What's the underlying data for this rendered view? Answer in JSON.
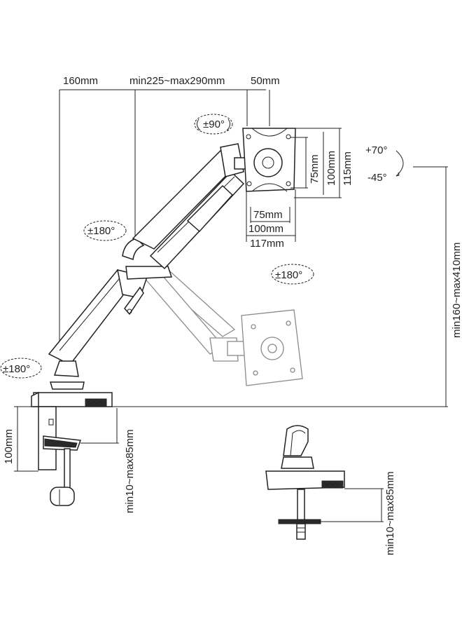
{
  "dimensions": {
    "arm_reach_inner": "160mm",
    "arm_reach_range": "min225~max290mm",
    "head_offset": "50mm",
    "vesa_75_h": "75mm",
    "vesa_100_h": "100mm",
    "plate_115_h": "115mm",
    "vesa_75_w": "75mm",
    "vesa_100_w": "100mm",
    "plate_117_w": "117mm",
    "height_range": "min160~max410mm",
    "clamp_height": "100mm",
    "clamp_thickness": "min10~max85mm",
    "grommet_thickness": "min10~max85mm"
  },
  "rotations": {
    "rotate_90": "±90°",
    "tilt_up": "+70°",
    "tilt_down": "-45°",
    "upper_arm": "±180°",
    "head_swivel": "±180°",
    "base_swivel": "±180°"
  }
}
